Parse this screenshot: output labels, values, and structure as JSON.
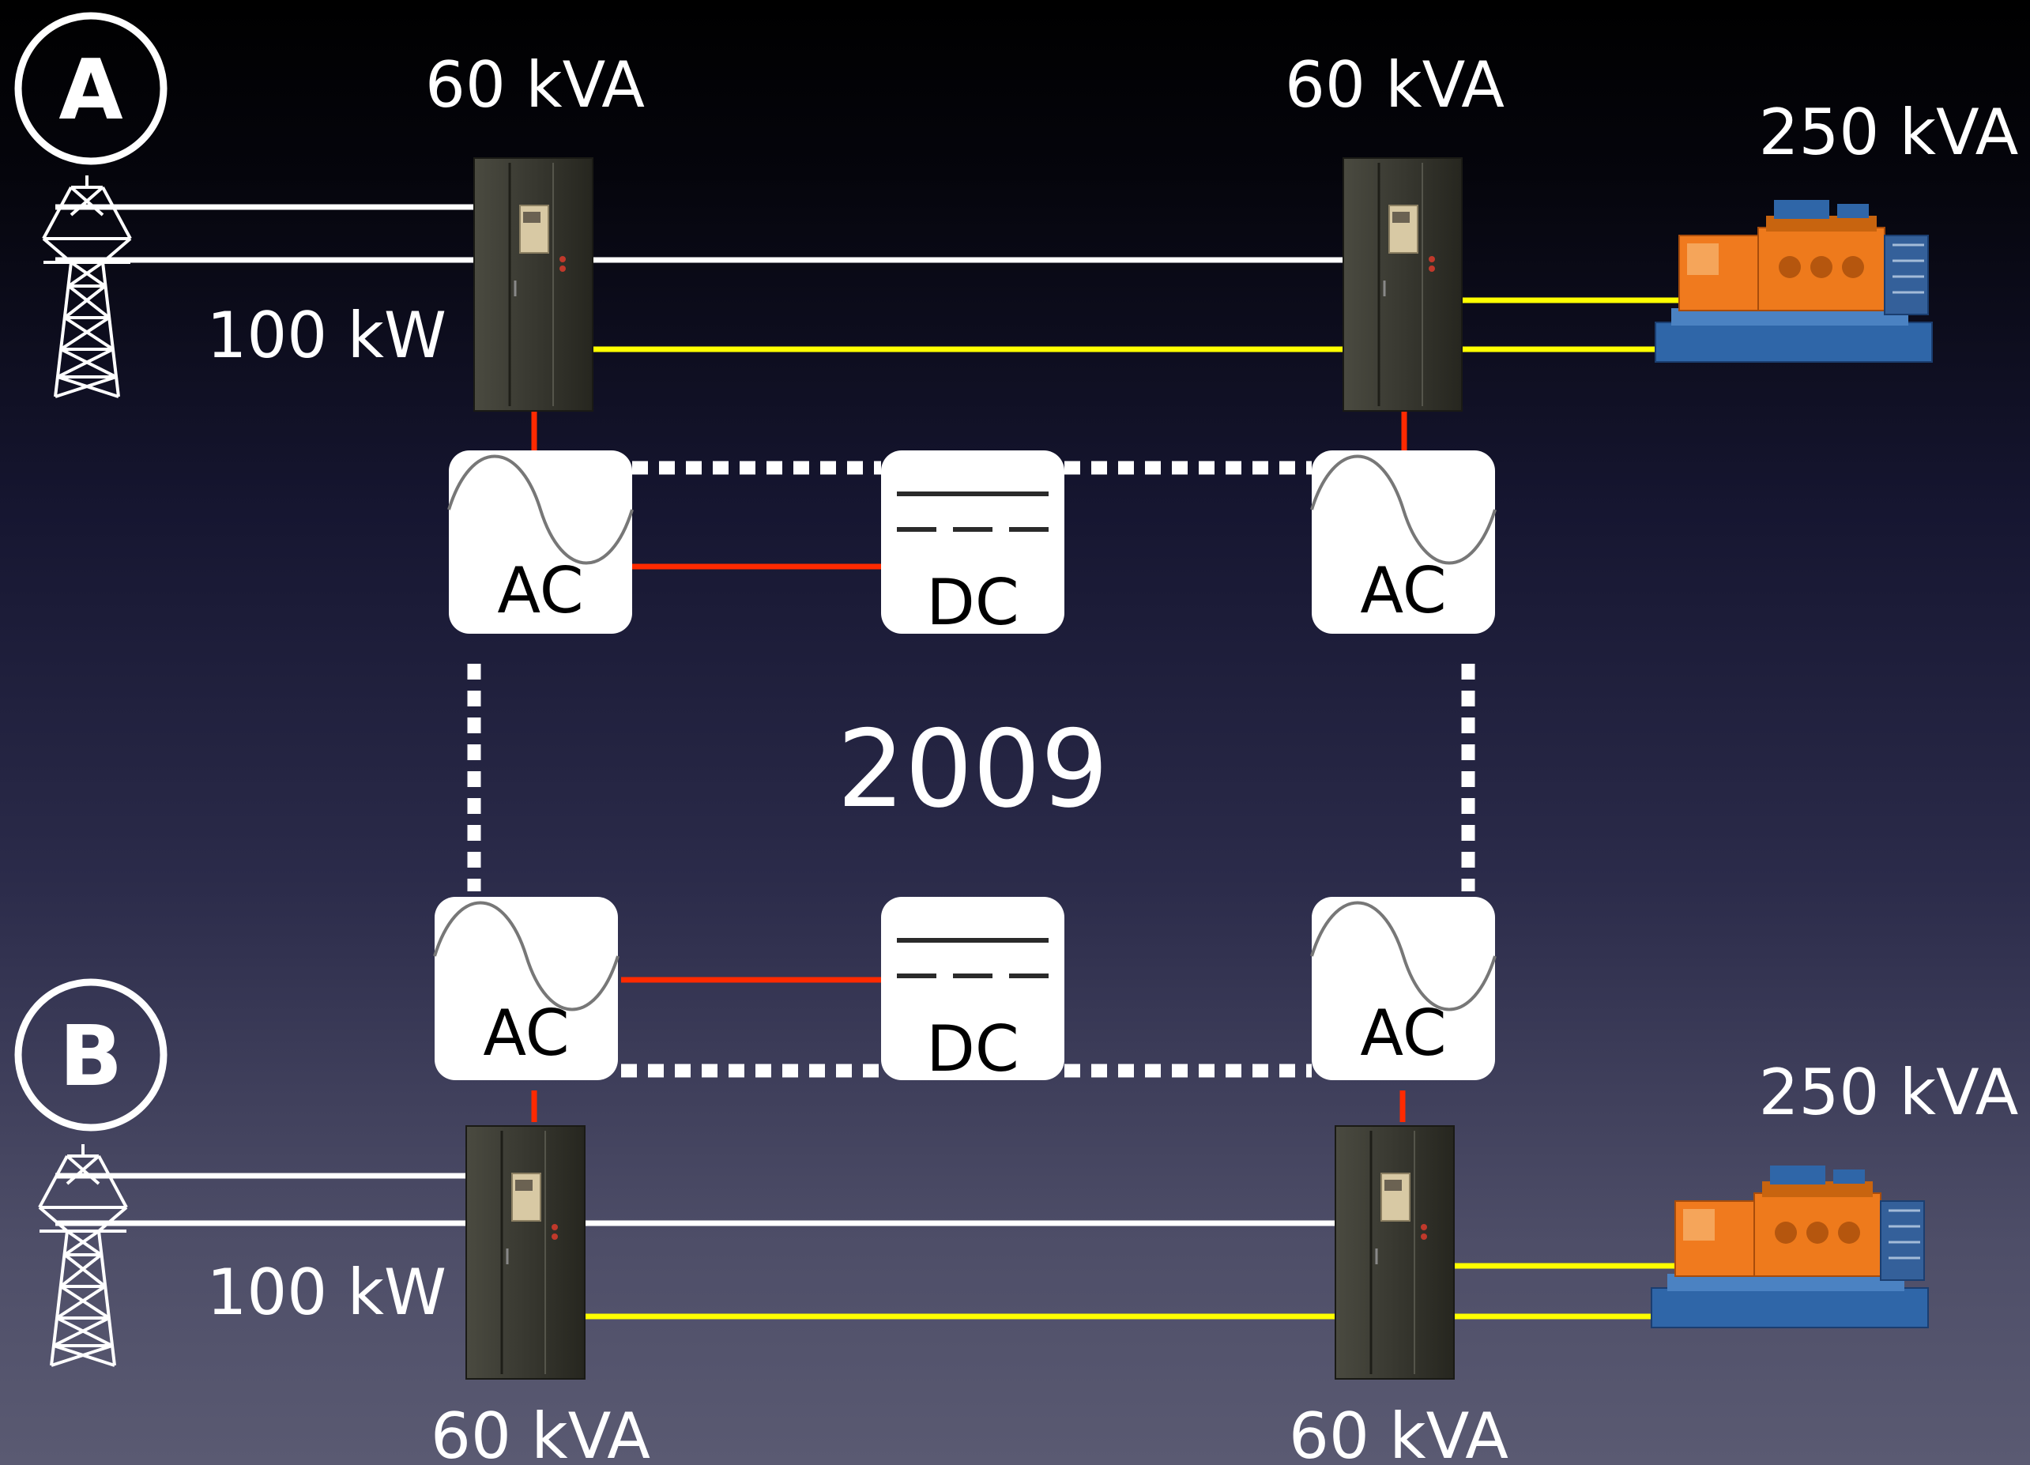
{
  "feeds": [
    {
      "id": "A",
      "badge": "A",
      "grid_power": "100 kW",
      "ups_left": "60 kVA",
      "ups_right": "60 kVA",
      "generator": "250 kVA"
    },
    {
      "id": "B",
      "badge": "B",
      "grid_power": "100 kW",
      "ups_left": "60 kVA",
      "ups_right": "60 kVA",
      "generator": "250 kVA"
    }
  ],
  "converters": {
    "top_left": "AC",
    "top_mid": "DC",
    "top_right": "AC",
    "bottom_left": "AC",
    "bottom_mid": "DC",
    "bottom_right": "AC"
  },
  "year": "2009",
  "colors": {
    "grid_line": "#ffffff",
    "generator_line": "#ffff00",
    "converter_link": "#ff2a00",
    "ups_cabinet": "#3b3a33",
    "generator_body": "#f07a1e",
    "generator_base": "#3a6fae"
  }
}
